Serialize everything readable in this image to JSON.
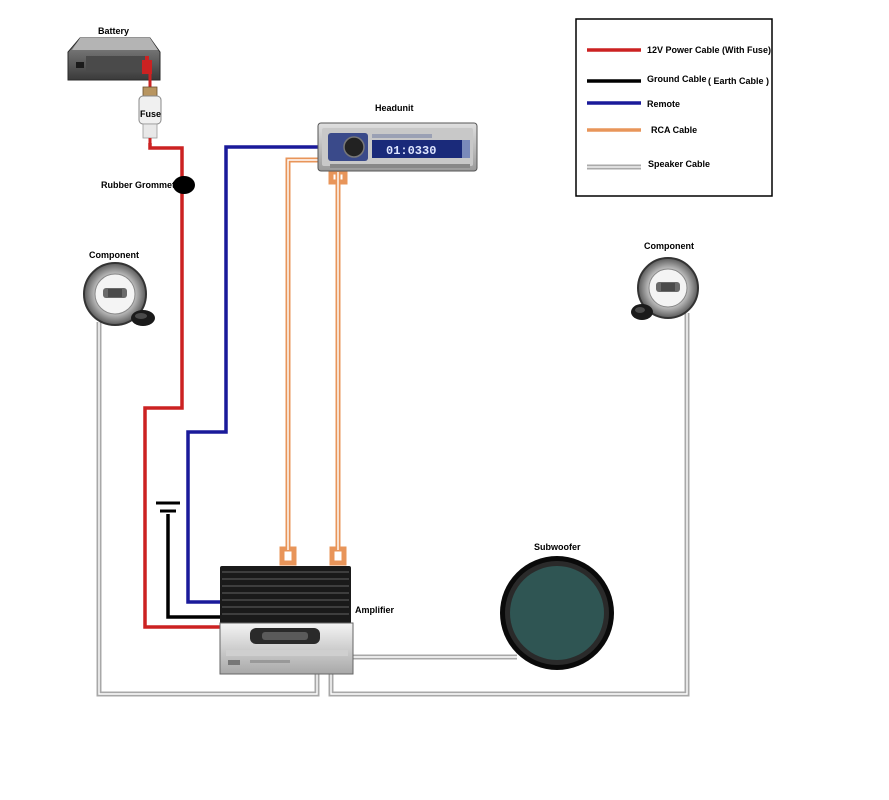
{
  "labels": {
    "battery": "Battery",
    "fuse": "Fuse",
    "rubber_grommet": "Rubber Grommet",
    "headunit": "Headunit",
    "component_left": "Component",
    "component_right": "Component",
    "amplifier": "Amplifier",
    "subwoofer": "Subwoofer",
    "headunit_display": "01:0330"
  },
  "legend": {
    "items": [
      {
        "label": "12V Power Cable (With Fuse)",
        "color": "#cc2222"
      },
      {
        "label": "Ground Cable",
        "label_suffix": "( Earth Cable )",
        "color": "#000000"
      },
      {
        "label": "Remote",
        "color": "#1a1a9a"
      },
      {
        "label": "RCA Cable",
        "color": "#e8955a"
      },
      {
        "label": "Speaker Cable",
        "color": "#aaaaaa"
      }
    ]
  },
  "colors": {
    "power": "#cc2222",
    "ground": "#000000",
    "remote": "#1a1a9a",
    "rca": "#e8955a",
    "speaker": "#aaaaaa"
  }
}
